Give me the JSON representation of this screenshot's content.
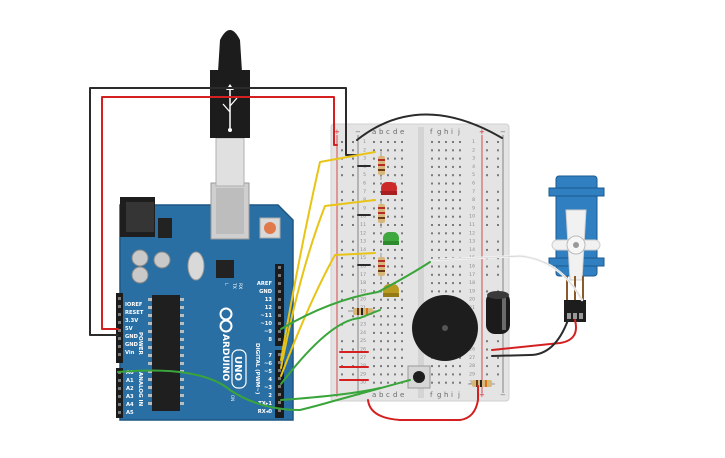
{
  "board": {
    "brand": "ARDUINO",
    "model": "UNO",
    "power_header_title": "POWER",
    "analog_header_title": "ANALOG IN",
    "digital_header_title": "DIGITAL (PWM~)",
    "on_label": "ON",
    "l_label": "L",
    "tx_label": "TX",
    "rx_label": "RX",
    "power_pins": [
      "IOREF",
      "RESET",
      "3.3V",
      "5V",
      "GND",
      "GND",
      "Vin"
    ],
    "analog_pins": [
      "A0",
      "A1",
      "A2",
      "A3",
      "A4",
      "A5"
    ],
    "digital_top": [
      "AREF",
      "GND",
      "13",
      "12",
      "~11",
      "~10",
      "~9",
      "8"
    ],
    "digital_bottom": [
      "7",
      "~6",
      "~5",
      "4",
      "~3",
      "2",
      "TX▸1",
      "RX◂0"
    ]
  },
  "breadboard": {
    "columns_left": [
      "a",
      "b",
      "c",
      "d",
      "e"
    ],
    "columns_right": [
      "f",
      "g",
      "h",
      "i",
      "j"
    ],
    "rail_plus": "+",
    "rail_minus": "−",
    "row_numbers": [
      "1",
      "2",
      "3",
      "4",
      "5",
      "6",
      "7",
      "8",
      "9",
      "10",
      "11",
      "12",
      "13",
      "14",
      "15",
      "16",
      "17",
      "18",
      "19",
      "20",
      "21",
      "22",
      "23",
      "24",
      "25",
      "26",
      "27",
      "28",
      "29",
      "30"
    ]
  },
  "colors": {
    "board": "#2a6fa3",
    "board_edge": "#1e5684",
    "breadboard": "#e6e6e6",
    "wire_red": "#d42020",
    "wire_black": "#2b2b2b",
    "wire_yellow": "#e8c417",
    "wire_green": "#3aa53a",
    "wire_white": "#f2f2f2",
    "servo": "#2f7fc1",
    "led_red": "#cc2a2a",
    "led_green": "#3ea83e",
    "led_yellow": "#b99b22"
  },
  "icons": {
    "usb_cable": "usb-plug",
    "servo": "micro-servo",
    "buzzer": "piezo-buzzer",
    "capacitor": "electrolytic-capacitor",
    "button": "push-button"
  }
}
